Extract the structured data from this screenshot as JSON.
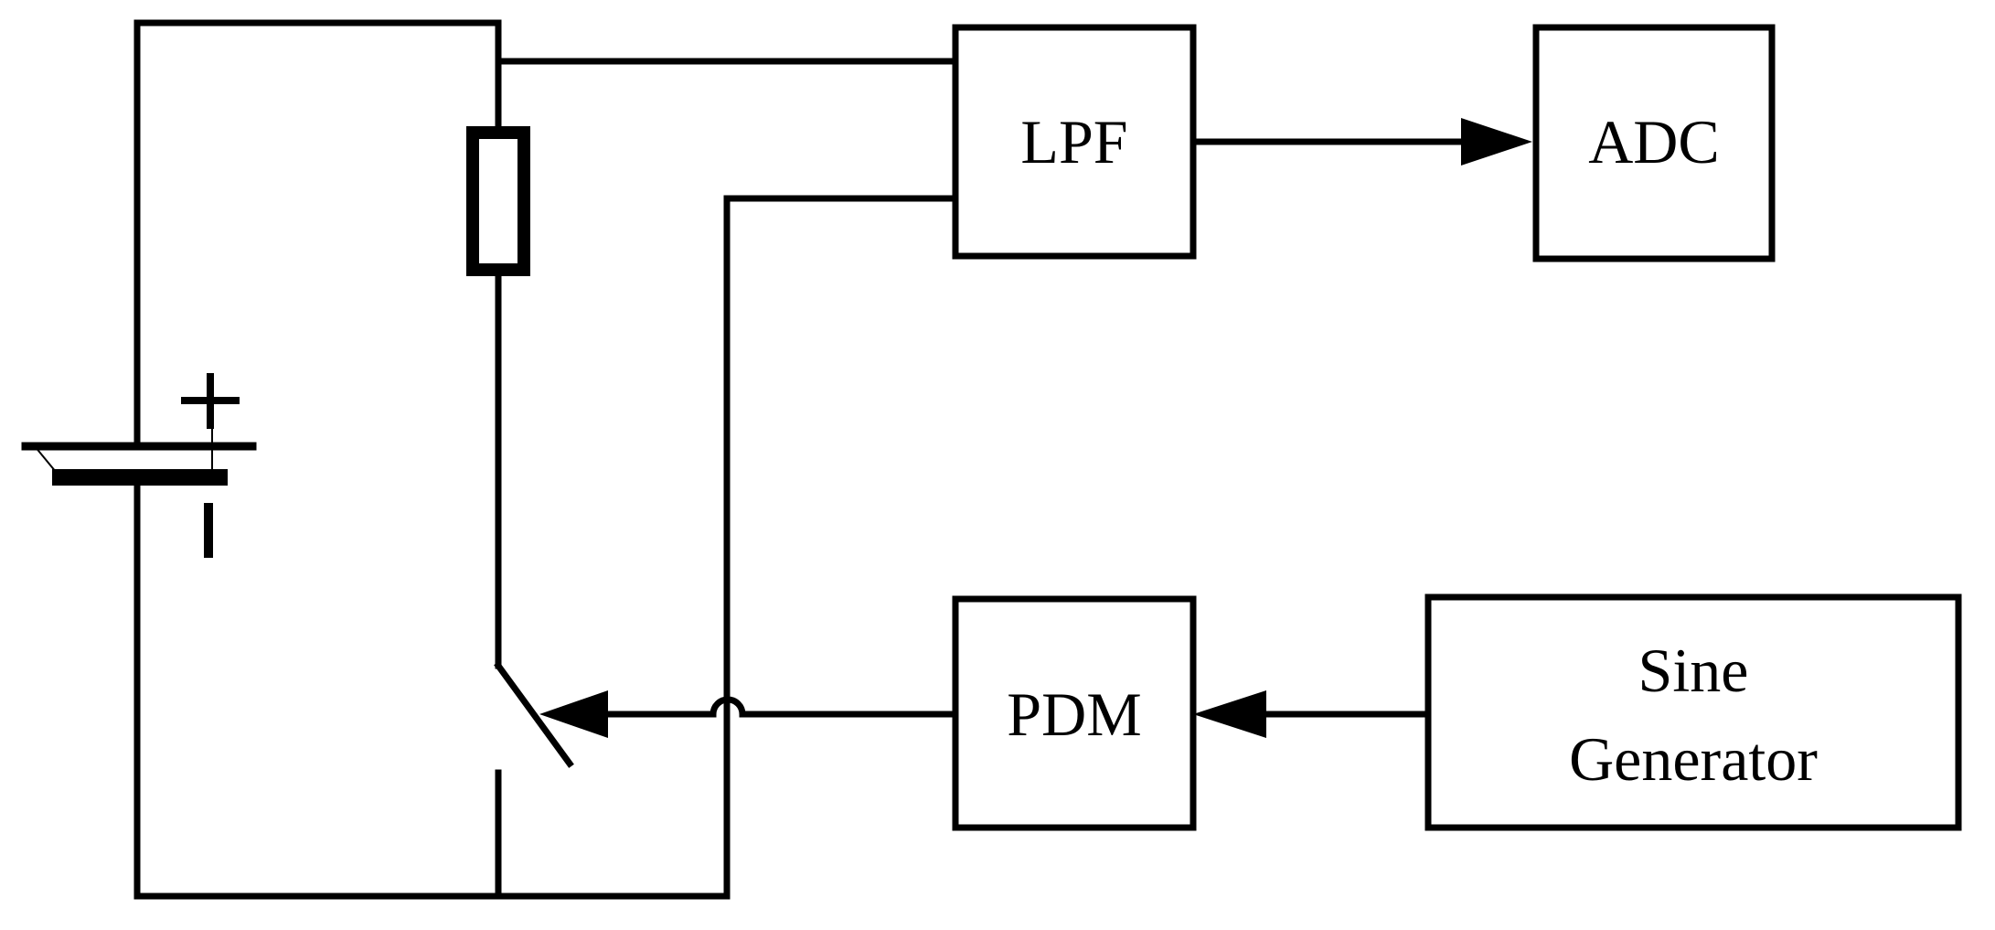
{
  "blocks": {
    "lpf": "LPF",
    "adc": "ADC",
    "pdm": "PDM",
    "sine_generator": [
      "Sine",
      "Generator"
    ]
  },
  "battery": {
    "positive": "+",
    "negative": "-"
  }
}
